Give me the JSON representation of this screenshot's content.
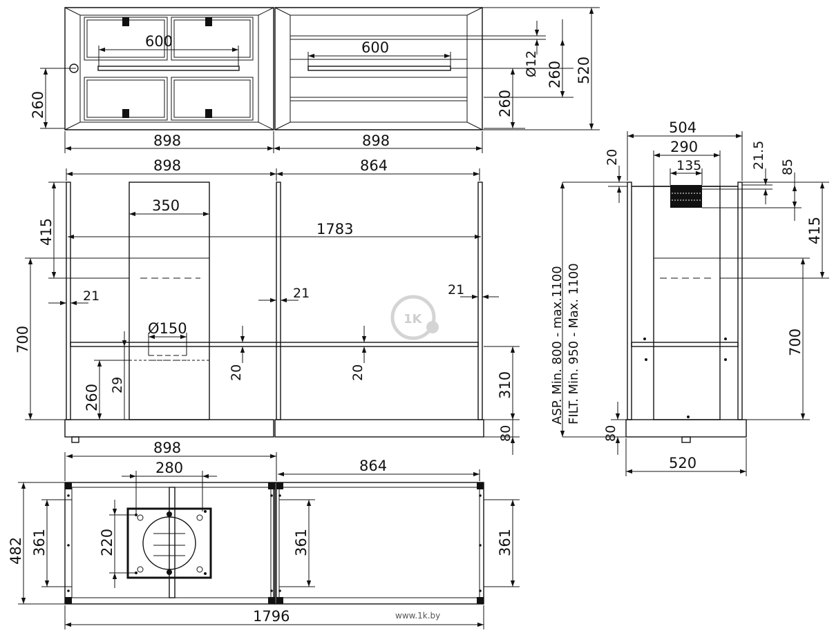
{
  "labels": {
    "top_600_left": "600",
    "top_600_right": "600",
    "top_260_left": "260",
    "top_898_left": "898",
    "top_898_right": "898",
    "top_d12": "Ø12",
    "top_260_right_a": "260",
    "top_260_right_b": "260",
    "top_520": "520",
    "front_898": "898",
    "front_864": "864",
    "front_350": "350",
    "front_1783": "1783",
    "front_415": "415",
    "front_700": "700",
    "front_21_a": "21",
    "front_21_b": "21",
    "front_21_c": "21",
    "front_d150": "Ø150",
    "front_20_a": "20",
    "front_20_b": "20",
    "front_260": "260",
    "front_29": "29",
    "front_310": "310",
    "front_80": "80",
    "note_asp": "ASP.   Min. 800 - max.1100",
    "note_filt": "FILT.  Min. 950 - Max. 1100",
    "side_504": "504",
    "side_290": "290",
    "side_135": "135",
    "side_20": "20",
    "side_21_5": "21.5",
    "side_85": "85",
    "side_415": "415",
    "side_700": "700",
    "side_80": "80",
    "side_520": "520",
    "bottom_898": "898",
    "bottom_280": "280",
    "bottom_864": "864",
    "bottom_482": "482",
    "bottom_361_a": "361",
    "bottom_220": "220",
    "bottom_361_b": "361",
    "bottom_361_c": "361",
    "bottom_1796": "1796",
    "watermark": "www.1k.by",
    "logo_text": "1K"
  }
}
